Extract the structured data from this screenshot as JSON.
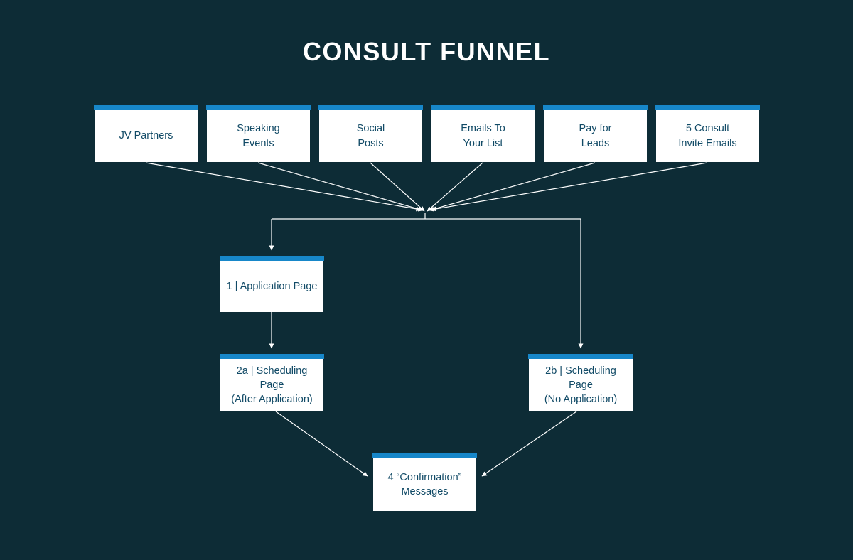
{
  "title": "CONSULT FUNNEL",
  "colors": {
    "background": "#0d2c36",
    "node_background": "#ffffff",
    "node_top_bar": "#1787c9",
    "node_text": "#114a66",
    "connector": "#ffffff",
    "title_text": "#ffffff"
  },
  "nodes": {
    "jv_partners": {
      "label": "JV Partners"
    },
    "speaking_events": {
      "label": "Speaking\nEvents"
    },
    "social_posts": {
      "label": "Social\nPosts"
    },
    "emails_to_list": {
      "label": "Emails To\nYour List"
    },
    "pay_for_leads": {
      "label": "Pay for\nLeads"
    },
    "consult_invite_emails": {
      "label": "5 Consult\nInvite Emails"
    },
    "application_page": {
      "label": "1 | Application Page"
    },
    "scheduling_after": {
      "label": "2a | Scheduling Page\n(After Application)"
    },
    "scheduling_no": {
      "label": "2b | Scheduling Page\n(No Application)"
    },
    "confirmation": {
      "label": "4 “Confirmation”\nMessages"
    }
  },
  "edges": [
    {
      "from": "jv_partners",
      "to": "junction"
    },
    {
      "from": "speaking_events",
      "to": "junction"
    },
    {
      "from": "social_posts",
      "to": "junction"
    },
    {
      "from": "emails_to_list",
      "to": "junction"
    },
    {
      "from": "pay_for_leads",
      "to": "junction"
    },
    {
      "from": "consult_invite_emails",
      "to": "junction"
    },
    {
      "from": "junction",
      "to": "application_page"
    },
    {
      "from": "junction",
      "to": "scheduling_no"
    },
    {
      "from": "application_page",
      "to": "scheduling_after"
    },
    {
      "from": "scheduling_after",
      "to": "confirmation"
    },
    {
      "from": "scheduling_no",
      "to": "confirmation"
    }
  ]
}
